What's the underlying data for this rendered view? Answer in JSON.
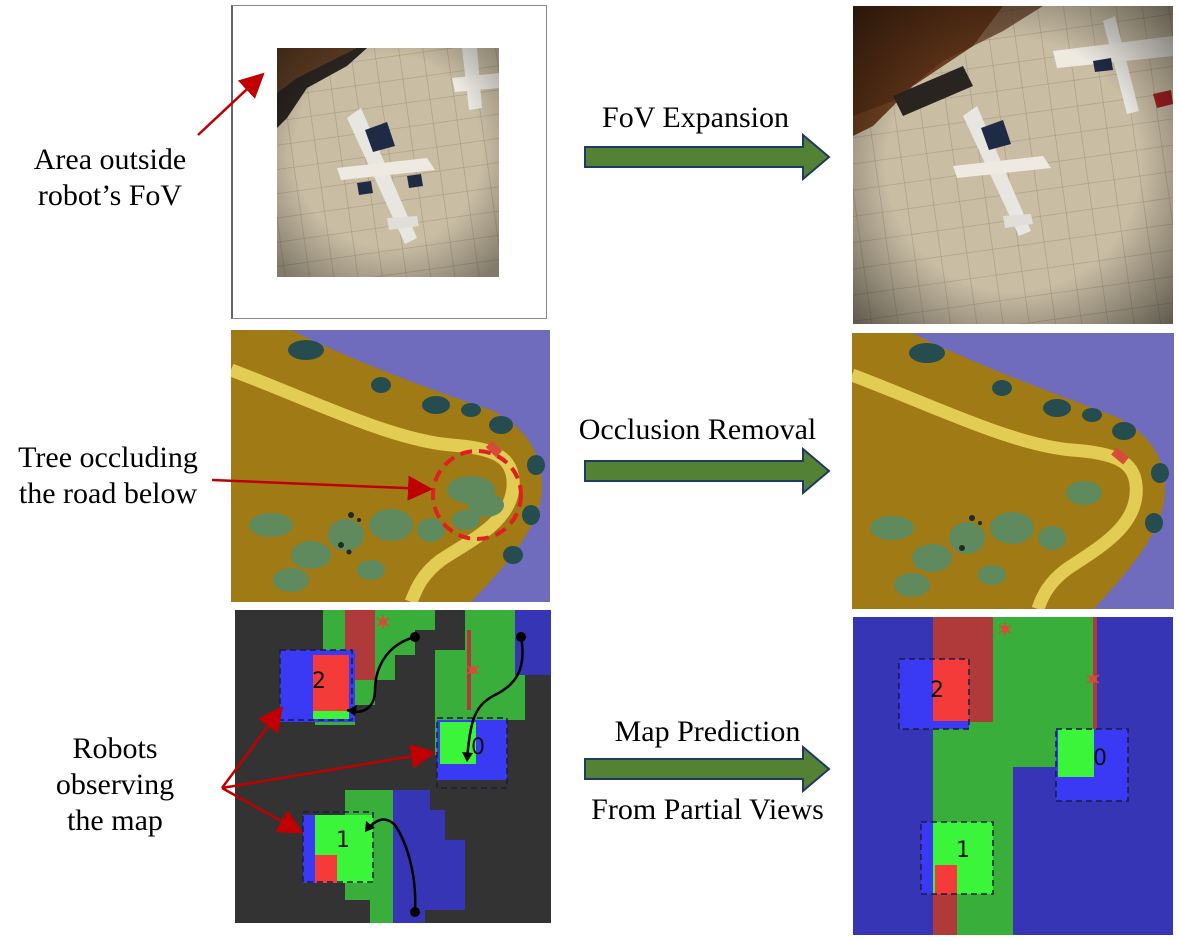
{
  "rows": [
    {
      "left_label_lines": [
        "Area outside",
        "robot’s FoV"
      ],
      "arrow_label_lines": [
        "FoV Expansion"
      ]
    },
    {
      "left_label_lines": [
        "Tree occluding",
        "the road below"
      ],
      "arrow_label_lines": [
        "Occlusion Removal"
      ]
    },
    {
      "left_label_lines": [
        "Robots",
        "observing",
        "the map"
      ],
      "arrow_label_lines": [
        "Map Prediction",
        "From Partial Views"
      ]
    }
  ],
  "robot_ids": [
    "0",
    "1",
    "2"
  ],
  "colors": {
    "annotation_red": "#c00000",
    "process_arrow_fill": "#548235",
    "process_arrow_stroke": "#1f3864",
    "map_unknown": "#333333",
    "map_green": "#3aae3a",
    "map_dark_red": "#b03a3a",
    "map_blue_dark": "#3535b5",
    "map_blue": "#3a3af5",
    "map_red": "#f53a3a",
    "map_light_green": "#3af53a",
    "terrain_brown": "#a07a14",
    "terrain_purple": "#6f6bbd",
    "road_yellow": "#e3cc53",
    "tree_green": "#5f8a5d",
    "tree_dark": "#254d50"
  }
}
